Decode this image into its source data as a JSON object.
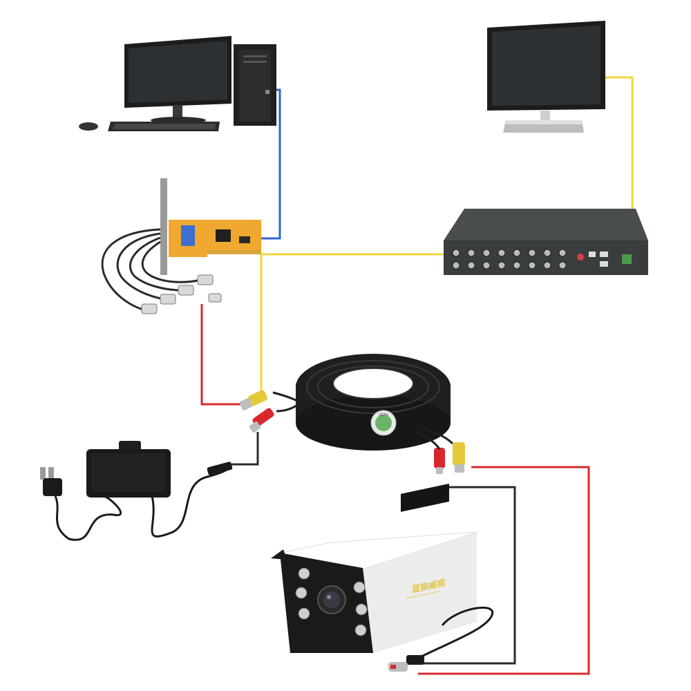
{
  "diagram": {
    "camera": {
      "brand_text": "蓝狼威视",
      "brand_subtext": "Wolf Blue Security Camera"
    },
    "cable_label": "CCTV",
    "colors": {
      "video_wire": "#f2d53c",
      "power_wire": "#d8282c",
      "ground_wire": "#2a2a2a",
      "vga_wire": "#2f63d8",
      "pci_card": "#f0a830",
      "dvr_body": "#3a3d3e"
    }
  }
}
